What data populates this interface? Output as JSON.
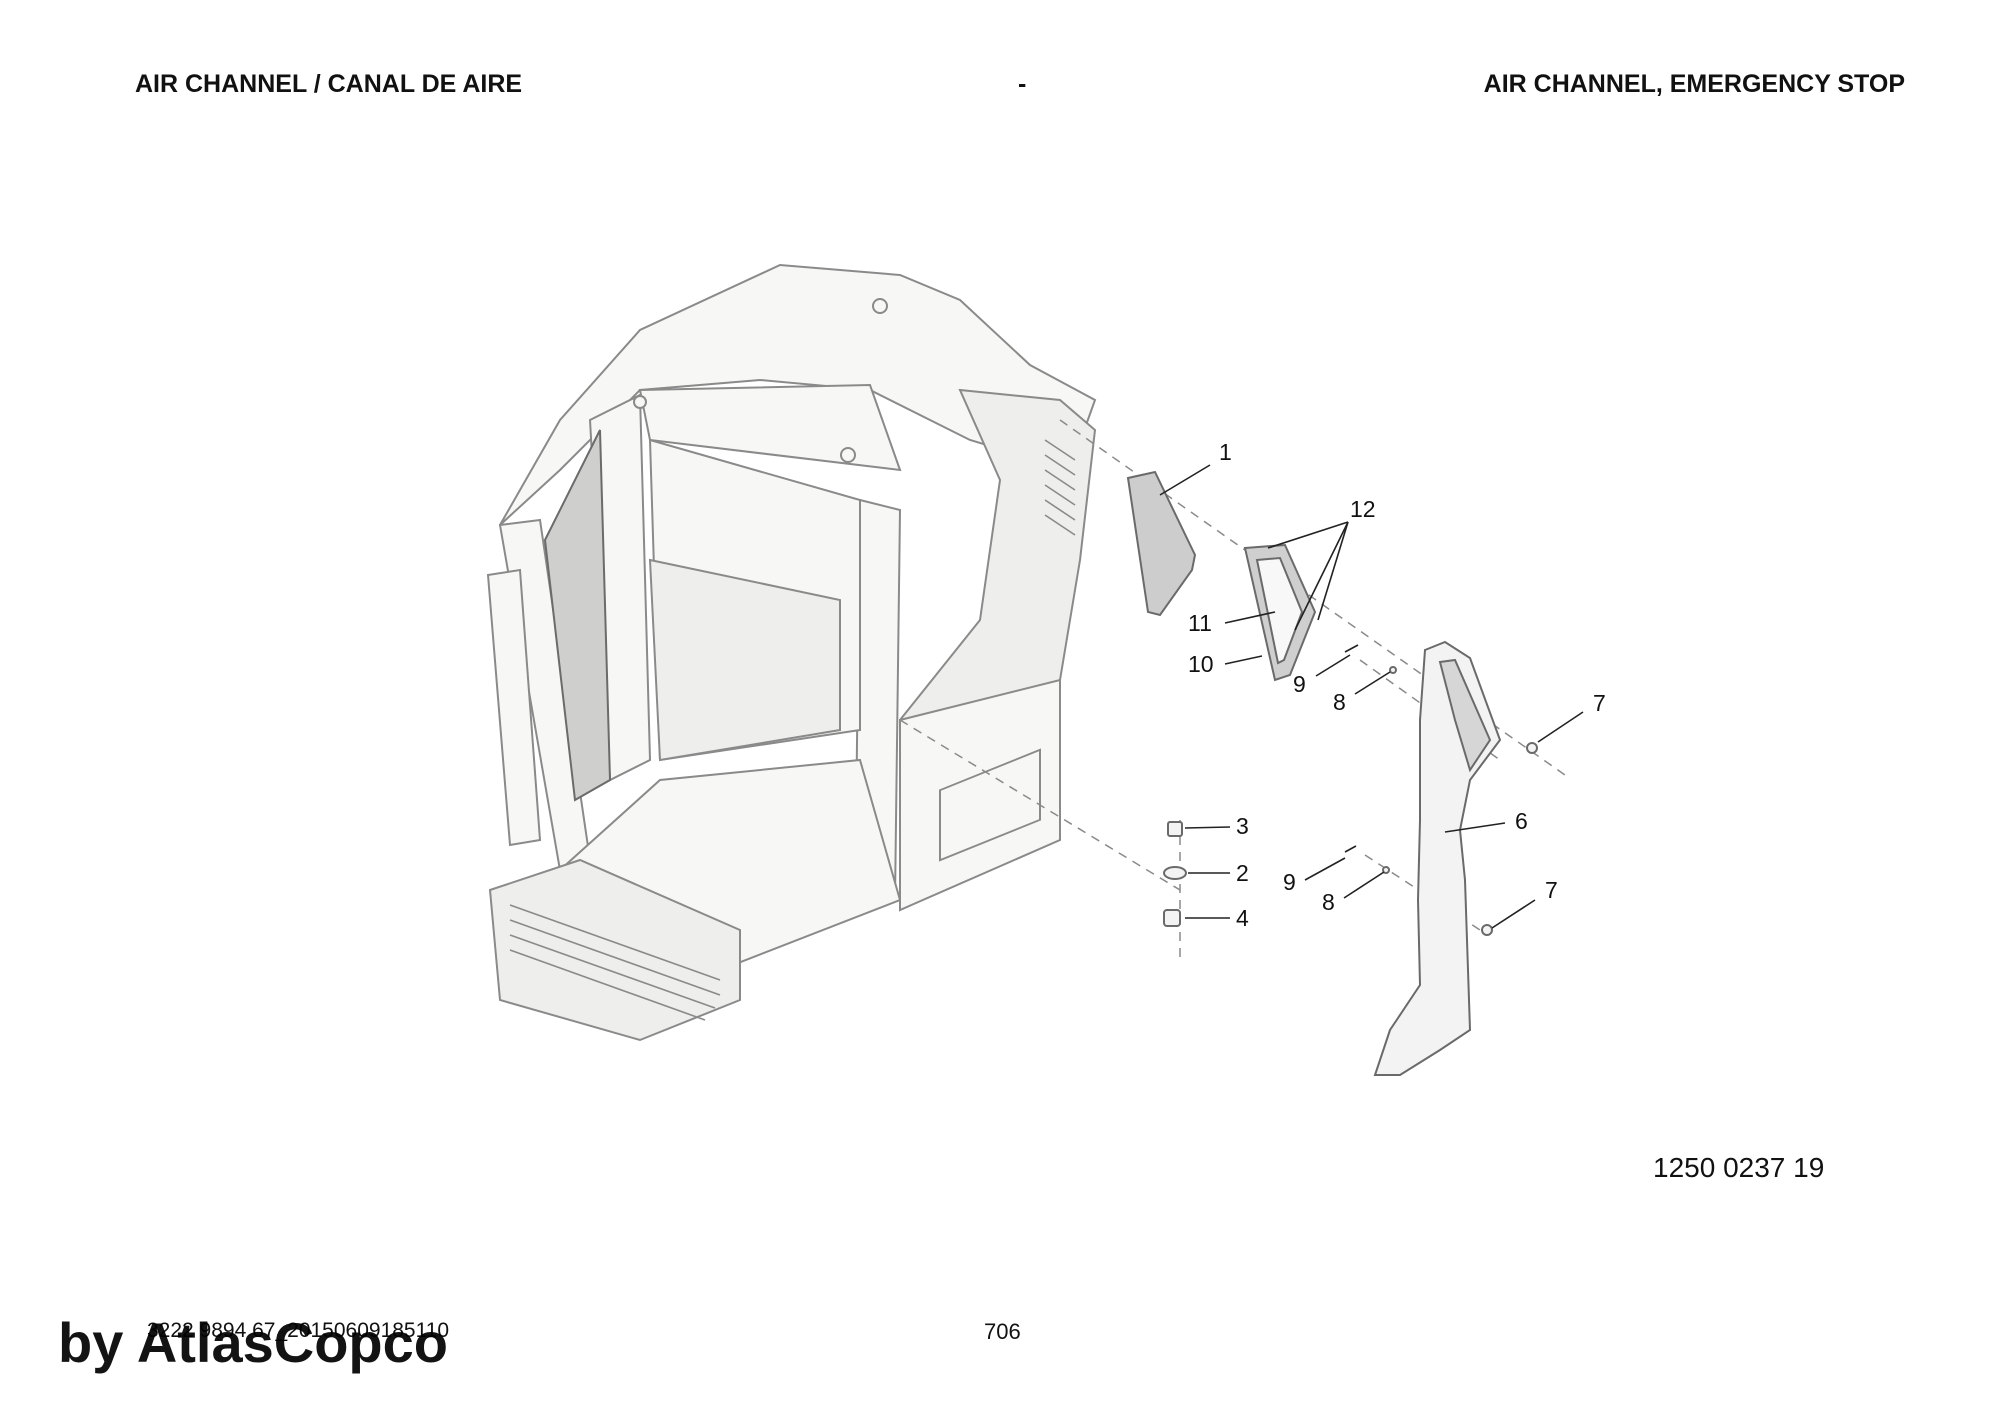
{
  "header": {
    "left": "AIR CHANNEL / CANAL DE AIRE",
    "middle": "-",
    "right": "AIR CHANNEL, EMERGENCY STOP"
  },
  "callouts": {
    "c1": "1",
    "c12": "12",
    "c11": "11",
    "c10": "10",
    "c9a": "9",
    "c8a": "8",
    "c7a": "7",
    "c3": "3",
    "c2": "2",
    "c4": "4",
    "c6": "6",
    "c9b": "9",
    "c8b": "8",
    "c7b": "7"
  },
  "drawing_ref": "1250 0237 19",
  "footer": {
    "doc_id": "3222 9894 67_20150609185110",
    "page": "706",
    "watermark": "by AtlasCopco"
  }
}
